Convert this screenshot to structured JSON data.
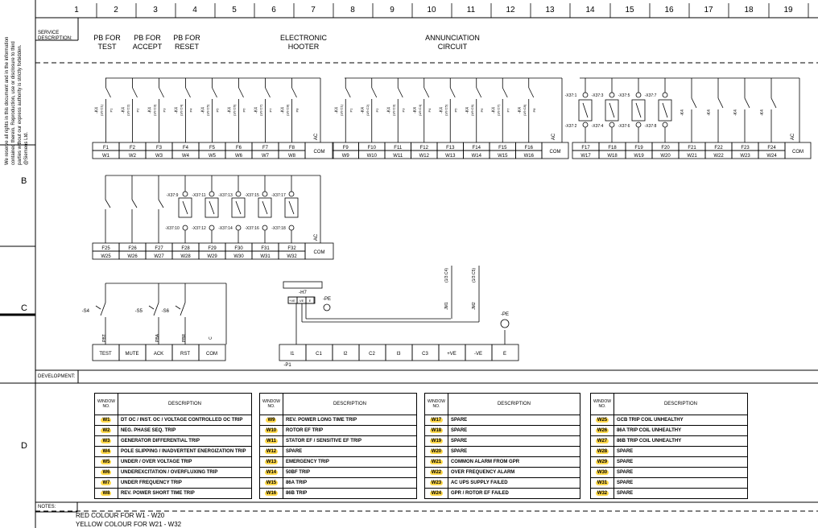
{
  "columns": [
    "1",
    "2",
    "3",
    "4",
    "5",
    "6",
    "7",
    "8",
    "9",
    "10",
    "11",
    "12",
    "13",
    "14",
    "15",
    "16",
    "17",
    "18",
    "19"
  ],
  "rows": [
    "B",
    "C",
    "D"
  ],
  "labels": {
    "service_description": "SERVICE DESCRIPTION:",
    "development": "DEVELOPMENT:",
    "notes": "NOTES:",
    "copyright": [
      "We reserve all rights in this document and in the information",
      "contained therein. Reproduction, use or disclosure to third",
      "parties without our express authority is strictly forbidden.",
      "@Siemens Ltd."
    ]
  },
  "service_headers": [
    {
      "line1": "PB FOR",
      "line2": "TEST"
    },
    {
      "line1": "PB FOR",
      "line2": "ACCEPT"
    },
    {
      "line1": "PB FOR",
      "line2": "RESET"
    },
    {
      "line1": "ELECTRONIC",
      "line2": "HOOTER"
    },
    {
      "line1": "ANNUNCIATION",
      "line2": "CIRCUIT"
    }
  ],
  "row1_f": [
    "F1",
    "F2",
    "F3",
    "F4",
    "F5",
    "F6",
    "F7",
    "F8"
  ],
  "row1_w": [
    "W1",
    "W2",
    "W3",
    "W4",
    "W5",
    "W6",
    "W7",
    "W8"
  ],
  "row1b_f": [
    "F9",
    "F10",
    "F11",
    "F12",
    "F13",
    "F14",
    "F15",
    "F16"
  ],
  "row1b_w": [
    "W9",
    "W10",
    "W11",
    "W12",
    "W13",
    "W14",
    "W15",
    "W16"
  ],
  "row1c_f": [
    "F17",
    "F18",
    "F19",
    "F20",
    "F21",
    "F22",
    "F23",
    "F24"
  ],
  "row1c_w": [
    "W17",
    "W18",
    "W19",
    "W20",
    "W21",
    "W22",
    "W23",
    "W24"
  ],
  "row2_f": [
    "F25",
    "F26",
    "F27",
    "F28",
    "F29",
    "F30",
    "F31",
    "F32"
  ],
  "row2_w": [
    "W25",
    "W26",
    "W27",
    "W28",
    "W29",
    "W30",
    "W31",
    "W32"
  ],
  "com": "COM",
  "ac": "AC",
  "pb_terminals": [
    "TEST",
    "MUTE",
    "ACK",
    "RST",
    "COM"
  ],
  "pb_switches": [
    "-S4",
    "-S5",
    "-S6"
  ],
  "pb_wires": [
    "PBT",
    "PBA",
    "PBR",
    "C"
  ],
  "hooter_terminals": [
    "I1",
    "C1",
    "I2",
    "C2",
    "I3",
    "C3",
    "+VE",
    "-VE",
    "E"
  ],
  "hooter": {
    "name": "-H7",
    "pe": "-PE",
    "p1": "-P1",
    "box": [
      "+VE",
      "-VE",
      "E"
    ],
    "j1": "JM1",
    "j2": "JM2",
    "ref1": "(1/3:C4)",
    "ref2": "(1/3:C5)"
  },
  "pe_label": "-PE",
  "relay_labels": [
    "-K4",
    "-K4",
    "-K4",
    "-K4",
    "-K4",
    "-K4",
    "-K4",
    "-K4"
  ],
  "x37_top": [
    "-X37:1",
    "-X37:3",
    "-X37:5",
    "-X37:7"
  ],
  "x37_bot": [
    "-X37:2",
    "-X37:4",
    "-X37:6",
    "-X37:8"
  ],
  "x37_row2_top": [
    "-X37:9",
    "-X37:11",
    "-X37:13",
    "-X37:15",
    "-X37:17"
  ],
  "x37_row2_bot": [
    "-X37:10",
    "-X37:12",
    "-X37:14",
    "-X37:16",
    "-X37:18"
  ],
  "tables": [
    {
      "header_w": "WINDOW NO.",
      "header_d": "DESCRIPTION",
      "rows": [
        {
          "w": "W1",
          "d": "DT OC / INST. OC / VOLTAGE CONTROLLED OC TRIP"
        },
        {
          "w": "W2",
          "d": "NEG. PHASE SEQ. TRIP"
        },
        {
          "w": "W3",
          "d": "GENERATOR DIFFERENTIAL TRIP"
        },
        {
          "w": "W4",
          "d": "POLE SLIPPING / INADVERTENT ENERGIZATION TRIP"
        },
        {
          "w": "W5",
          "d": "UNDER / OVER VOLTAGE TRIP"
        },
        {
          "w": "W6",
          "d": "UNDEREXCITATION / OVERFLUXING TRIP"
        },
        {
          "w": "W7",
          "d": "UNDER FREQUENCY TRIP"
        },
        {
          "w": "W8",
          "d": "REV. POWER SHORT TIME TRIP"
        }
      ]
    },
    {
      "header_w": "WINDOW NO.",
      "header_d": "DESCRIPTION",
      "rows": [
        {
          "w": "W9",
          "d": "REV. POWER LONG TIME TRIP"
        },
        {
          "w": "W10",
          "d": "ROTOR EF TRIP"
        },
        {
          "w": "W11",
          "d": "STATOR EF / SENSITIVE EF TRIP"
        },
        {
          "w": "W12",
          "d": "SPARE"
        },
        {
          "w": "W13",
          "d": "EMERGENCY TRIP"
        },
        {
          "w": "W14",
          "d": "50BF TRIP"
        },
        {
          "w": "W15",
          "d": "86A TRIP"
        },
        {
          "w": "W16",
          "d": "86B TRIP"
        }
      ]
    },
    {
      "header_w": "WINDOW NO.",
      "header_d": "DESCRIPTION",
      "rows": [
        {
          "w": "W17",
          "d": "SPARE"
        },
        {
          "w": "W18",
          "d": "SPARE"
        },
        {
          "w": "W19",
          "d": "SPARE"
        },
        {
          "w": "W20",
          "d": "SPARE"
        },
        {
          "w": "W21",
          "d": "COMMON ALARM FROM GPR"
        },
        {
          "w": "W22",
          "d": "OVER FREQUENCY ALARM"
        },
        {
          "w": "W23",
          "d": "AC UPS SUPPLY FAILED"
        },
        {
          "w": "W24",
          "d": "GPR / ROTOR EF FAILED"
        }
      ]
    },
    {
      "header_w": "WINDOW NO.",
      "header_d": "DESCRIPTION",
      "rows": [
        {
          "w": "W25",
          "d": "GCB TRIP COIL UNHEALTHY"
        },
        {
          "w": "W26",
          "d": "86A TRIP COIL UNHEALTHY"
        },
        {
          "w": "W27",
          "d": "86B TRIP COIL UNHEALTHY"
        },
        {
          "w": "W28",
          "d": "SPARE"
        },
        {
          "w": "W29",
          "d": "SPARE"
        },
        {
          "w": "W30",
          "d": "SPARE"
        },
        {
          "w": "W31",
          "d": "SPARE"
        },
        {
          "w": "W32",
          "d": "SPARE"
        }
      ]
    }
  ],
  "notes": [
    "RED COLOUR FOR W1 - W20",
    "YELLOW COLOUR FOR W21 - W32"
  ],
  "colors": {
    "highlight": "#ffd84a",
    "line": "#000000"
  }
}
